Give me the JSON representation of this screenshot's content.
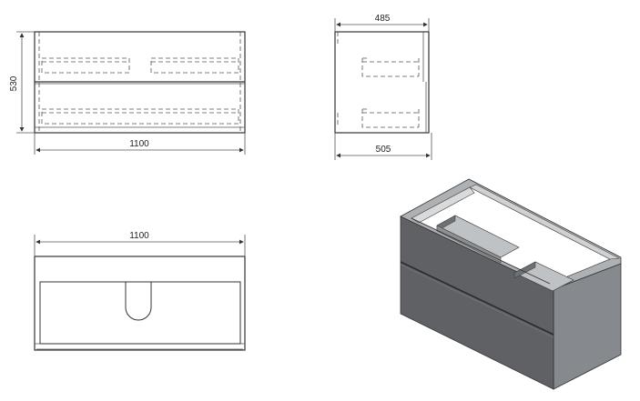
{
  "views": {
    "front": {
      "width_label": "1100",
      "height_label": "530"
    },
    "side": {
      "top_depth_label": "485",
      "bottom_depth_label": "505"
    },
    "top": {
      "width_label": "1100"
    }
  },
  "colors": {
    "line": "#333333",
    "dim_line": "#555555",
    "body_front": "#5f6164",
    "body_top": "#aeb1b4",
    "body_side": "#868a8e",
    "inner": "#d8dadc"
  }
}
